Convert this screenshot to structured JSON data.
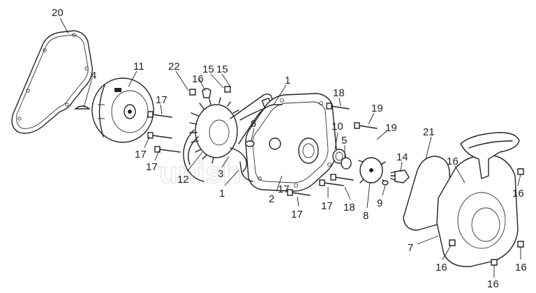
{
  "diagram": {
    "watermark": "unishop.by",
    "parts": [
      {
        "id": "part-20",
        "label": "20"
      },
      {
        "id": "part-4",
        "label": "4"
      },
      {
        "id": "part-11",
        "label": "11"
      },
      {
        "id": "part-22",
        "label": "22"
      },
      {
        "id": "part-16-top",
        "label": "16"
      },
      {
        "id": "part-15-a",
        "label": "15"
      },
      {
        "id": "part-15-b",
        "label": "15"
      },
      {
        "id": "part-1-top",
        "label": "1"
      },
      {
        "id": "part-17-a",
        "label": "17"
      },
      {
        "id": "part-17-b",
        "label": "17"
      },
      {
        "id": "part-17-c",
        "label": "17"
      },
      {
        "id": "part-6",
        "label": "6"
      },
      {
        "id": "part-10",
        "label": "10"
      },
      {
        "id": "part-18-top",
        "label": "18"
      },
      {
        "id": "part-19-a",
        "label": "19"
      },
      {
        "id": "part-19-b",
        "label": "19"
      },
      {
        "id": "part-5",
        "label": "5"
      },
      {
        "id": "part-12",
        "label": "12"
      },
      {
        "id": "part-3",
        "label": "3"
      },
      {
        "id": "part-1-bottom",
        "label": "1"
      },
      {
        "id": "part-2",
        "label": "2"
      },
      {
        "id": "part-17-d",
        "label": "17"
      },
      {
        "id": "part-17-e",
        "label": "17"
      },
      {
        "id": "part-17-f",
        "label": "17"
      },
      {
        "id": "part-18-bottom",
        "label": "18"
      },
      {
        "id": "part-8",
        "label": "8"
      },
      {
        "id": "part-14",
        "label": "14"
      },
      {
        "id": "part-9",
        "label": "9"
      },
      {
        "id": "part-21",
        "label": "21"
      },
      {
        "id": "part-16-right-a",
        "label": "16"
      },
      {
        "id": "part-16-right-b",
        "label": "16"
      },
      {
        "id": "part-7",
        "label": "7"
      },
      {
        "id": "part-16-bottom-a",
        "label": "16"
      },
      {
        "id": "part-16-bottom-b",
        "label": "16"
      },
      {
        "id": "part-16-bottom-c",
        "label": "16"
      }
    ]
  }
}
